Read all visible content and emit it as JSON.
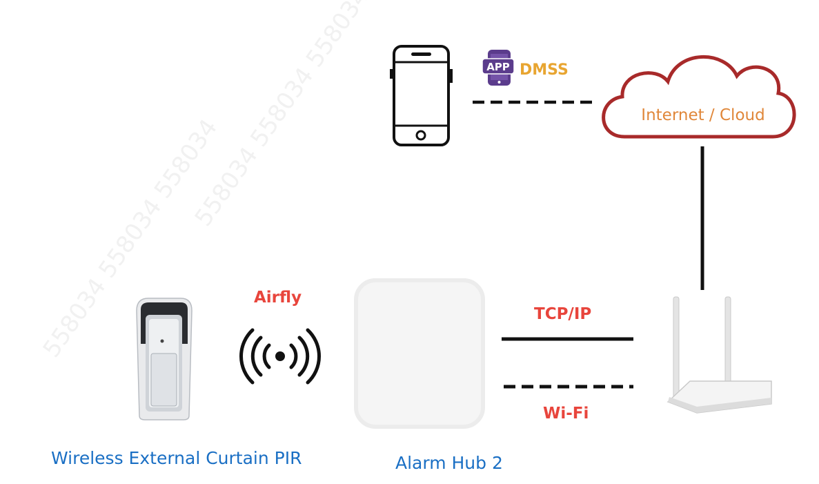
{
  "app_badge": "APP",
  "app_name": "DMSS",
  "cloud_label": "Internet / Cloud",
  "airfly_label": "Airfly",
  "tcpip_label": "TCP/IP",
  "wifi_label": "Wi-Fi",
  "pir_label": "Wireless External Curtain PIR",
  "hub_label": "Alarm Hub 2",
  "colors": {
    "protocol_red": "#e8453c",
    "device_label_blue": "#1a6fc4",
    "app_gold": "#e8a531",
    "app_purple": "#5b3c8c",
    "cloud_red": "#a82a2a",
    "cloud_text": "#e0873a"
  }
}
